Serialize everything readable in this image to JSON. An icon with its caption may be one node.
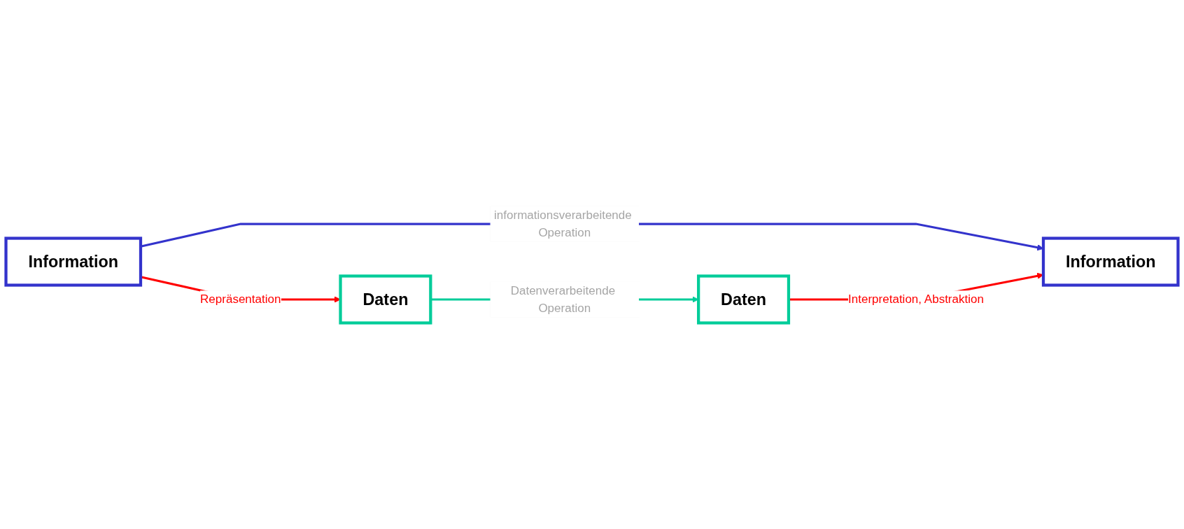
{
  "diagram": {
    "nodes": [
      {
        "text": [
          "Information"
        ]
      },
      {
        "text": [
          "Daten"
        ]
      },
      {
        "text": [
          "Information"
        ]
      },
      {
        "text": [
          "Daten"
        ]
      }
    ],
    "edges": [
      {
        "from": 0,
        "to": 1,
        "arrow": "to",
        "label": "Repräsentation",
        "color": "#ff0000"
      },
      {
        "from": 0,
        "to": 2,
        "arrow": "to",
        "label": "informationsverarbeitende Operation",
        "color": "#3333cc"
      },
      {
        "from": 1,
        "to": 3,
        "arrow": "to",
        "label": "Datenverarbeitende Operation",
        "color": "#00cc99"
      },
      {
        "from": 3,
        "to": 2,
        "arrow": "to",
        "label": "Interpretation, Abstraktion",
        "color": "#ff0000"
      }
    ]
  }
}
